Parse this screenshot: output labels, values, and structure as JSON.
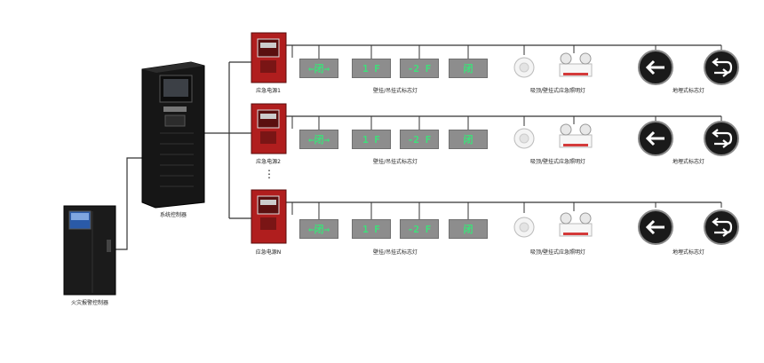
{
  "labels": {
    "fire_alarm_controller": "火灾报警控制器",
    "system_controller": "系统控制器",
    "power_1": "应急电源1",
    "power_2": "应急电源2",
    "power_n": "应急电源N",
    "ceiling_sign": "壁挂/吊挂式标志灯",
    "emergency_light": "吸顶/壁挂式应急照明灯",
    "floor_sign": "地埋式标志灯"
  },
  "signs": {
    "exit": "←闭→",
    "floor_1": "1 F",
    "floor_minus2": "-2 F",
    "closed": "闭"
  },
  "ellipsis": "⋮",
  "colors": {
    "line": "#333333",
    "cabinet": "#1b1b1b",
    "panel_red": "#b01e1e",
    "sign_bg": "#8d8d8d",
    "sign_text": "#3ee07a"
  }
}
